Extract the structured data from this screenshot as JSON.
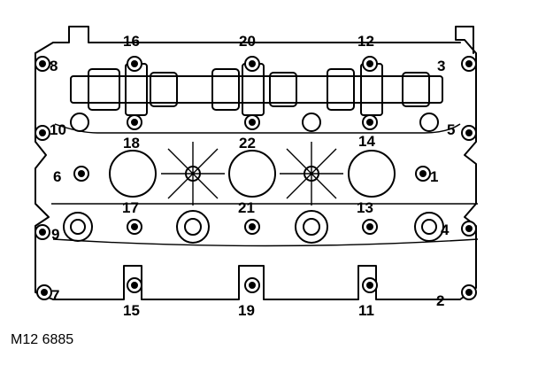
{
  "caption": "M12 6885",
  "bolt_labels": {
    "b1": "1",
    "b2": "2",
    "b3": "3",
    "b4": "4",
    "b5": "5",
    "b6": "6",
    "b7": "7",
    "b8": "8",
    "b9": "9",
    "b10": "10",
    "b11": "11",
    "b12": "12",
    "b13": "13",
    "b14": "14",
    "b15": "15",
    "b16": "16",
    "b17": "17",
    "b18": "18",
    "b19": "19",
    "b20": "20",
    "b21": "21",
    "b22": "22"
  }
}
